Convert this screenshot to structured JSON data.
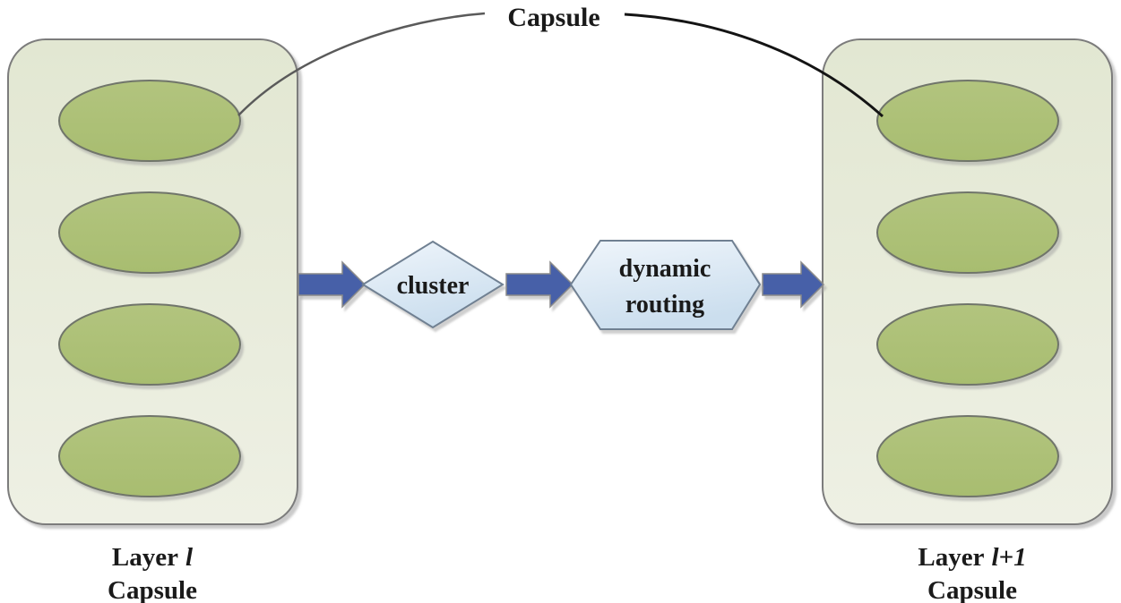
{
  "figure": {
    "top_annotation": "Capsule",
    "process": {
      "cluster_label": "cluster",
      "routing_line1": "dynamic",
      "routing_line2": "routing"
    },
    "layers": {
      "left": {
        "name": "Layer",
        "index": "l",
        "type": "Capsule",
        "capsule_count": 4
      },
      "right": {
        "name": "Layer",
        "index": "l+1",
        "type": "Capsule",
        "capsule_count": 4
      }
    },
    "colors": {
      "layer_box_fill": "#e8ecdb",
      "capsule_fill": "#aec277",
      "process_shape_fill": "#d9e7f3",
      "arrow_fill": "#4660a8",
      "outline_gray": "#7b7b7b",
      "text": "#1a1a1a"
    }
  }
}
